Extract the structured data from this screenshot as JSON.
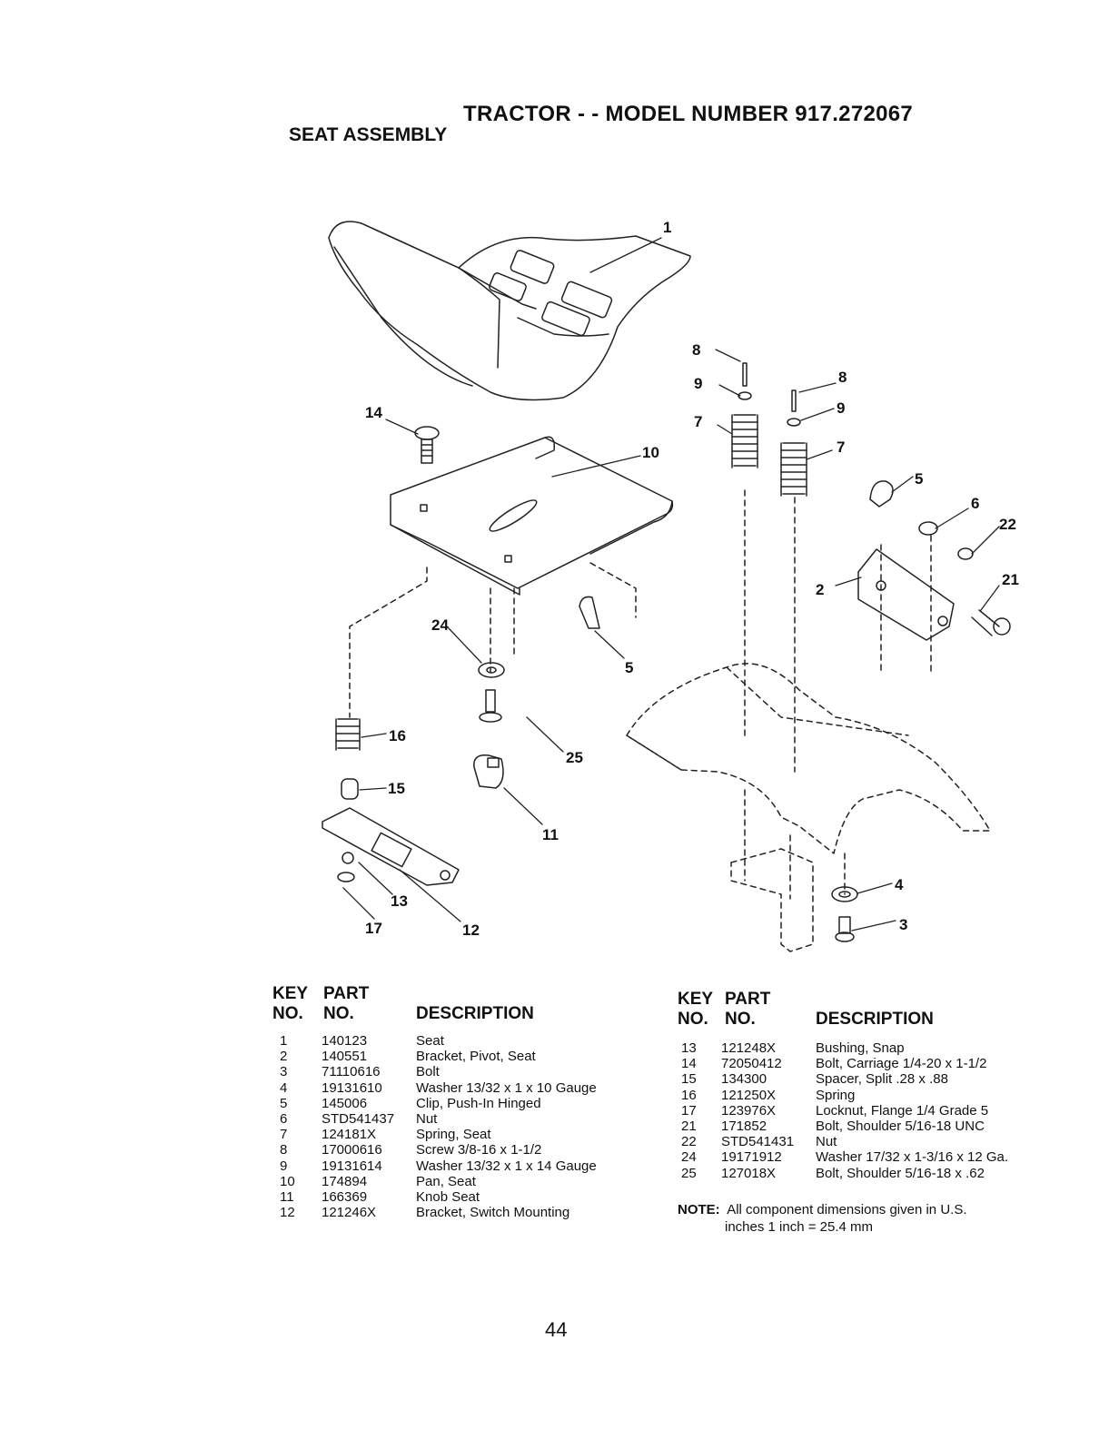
{
  "header": {
    "title": "TRACTOR - - MODEL NUMBER 917.272067",
    "subtitle": "SEAT ASSEMBLY"
  },
  "diagram": {
    "callouts": [
      "1",
      "2",
      "3",
      "4",
      "5",
      "5",
      "6",
      "7",
      "7",
      "8",
      "8",
      "9",
      "9",
      "10",
      "11",
      "12",
      "13",
      "14",
      "15",
      "16",
      "17",
      "21",
      "22",
      "24",
      "25"
    ]
  },
  "table_headers": {
    "key": "KEY",
    "part": "PART",
    "no1": "NO.",
    "no2": "NO.",
    "description": "DESCRIPTION"
  },
  "parts_left": [
    {
      "key": "1",
      "part": "140123",
      "desc": "Seat"
    },
    {
      "key": "2",
      "part": "140551",
      "desc": "Bracket, Pivot, Seat"
    },
    {
      "key": "3",
      "part": "71110616",
      "desc": "Bolt"
    },
    {
      "key": "4",
      "part": "19131610",
      "desc": "Washer  13/32 x 1 x 10 Gauge"
    },
    {
      "key": "5",
      "part": "145006",
      "desc": "Clip, Push-In  Hinged"
    },
    {
      "key": "6",
      "part": "STD541437",
      "desc": "Nut"
    },
    {
      "key": "7",
      "part": "124181X",
      "desc": "Spring, Seat"
    },
    {
      "key": "8",
      "part": "17000616",
      "desc": "Screw  3/8-16 x 1-1/2"
    },
    {
      "key": "9",
      "part": "19131614",
      "desc": "Washer  13/32 x 1 x 14 Gauge"
    },
    {
      "key": "10",
      "part": "174894",
      "desc": "Pan, Seat"
    },
    {
      "key": "11",
      "part": "166369",
      "desc": "Knob Seat"
    },
    {
      "key": "12",
      "part": "121246X",
      "desc": "Bracket, Switch Mounting"
    }
  ],
  "parts_right": [
    {
      "key": "13",
      "part": "121248X",
      "desc": "Bushing, Snap"
    },
    {
      "key": "14",
      "part": "72050412",
      "desc": "Bolt, Carriage  1/4-20 x 1-1/2"
    },
    {
      "key": "15",
      "part": "134300",
      "desc": "Spacer, Split  .28 x  .88"
    },
    {
      "key": "16",
      "part": "121250X",
      "desc": "Spring"
    },
    {
      "key": "17",
      "part": "123976X",
      "desc": "Locknut, Flange  1/4 Grade 5"
    },
    {
      "key": "21",
      "part": "171852",
      "desc": "Bolt, Shoulder 5/16-18 UNC"
    },
    {
      "key": "22",
      "part": "STD541431",
      "desc": "Nut"
    },
    {
      "key": "24",
      "part": "19171912",
      "desc": "Washer  17/32 x 1-3/16 x 12 Ga."
    },
    {
      "key": "25",
      "part": "127018X",
      "desc": "Bolt, Shoulder  5/16-18 x .62"
    }
  ],
  "note": {
    "label": "NOTE:",
    "line1": "All component dimensions given in U.S.",
    "line2": "inches 1 inch = 25.4 mm"
  },
  "page_number": "44"
}
